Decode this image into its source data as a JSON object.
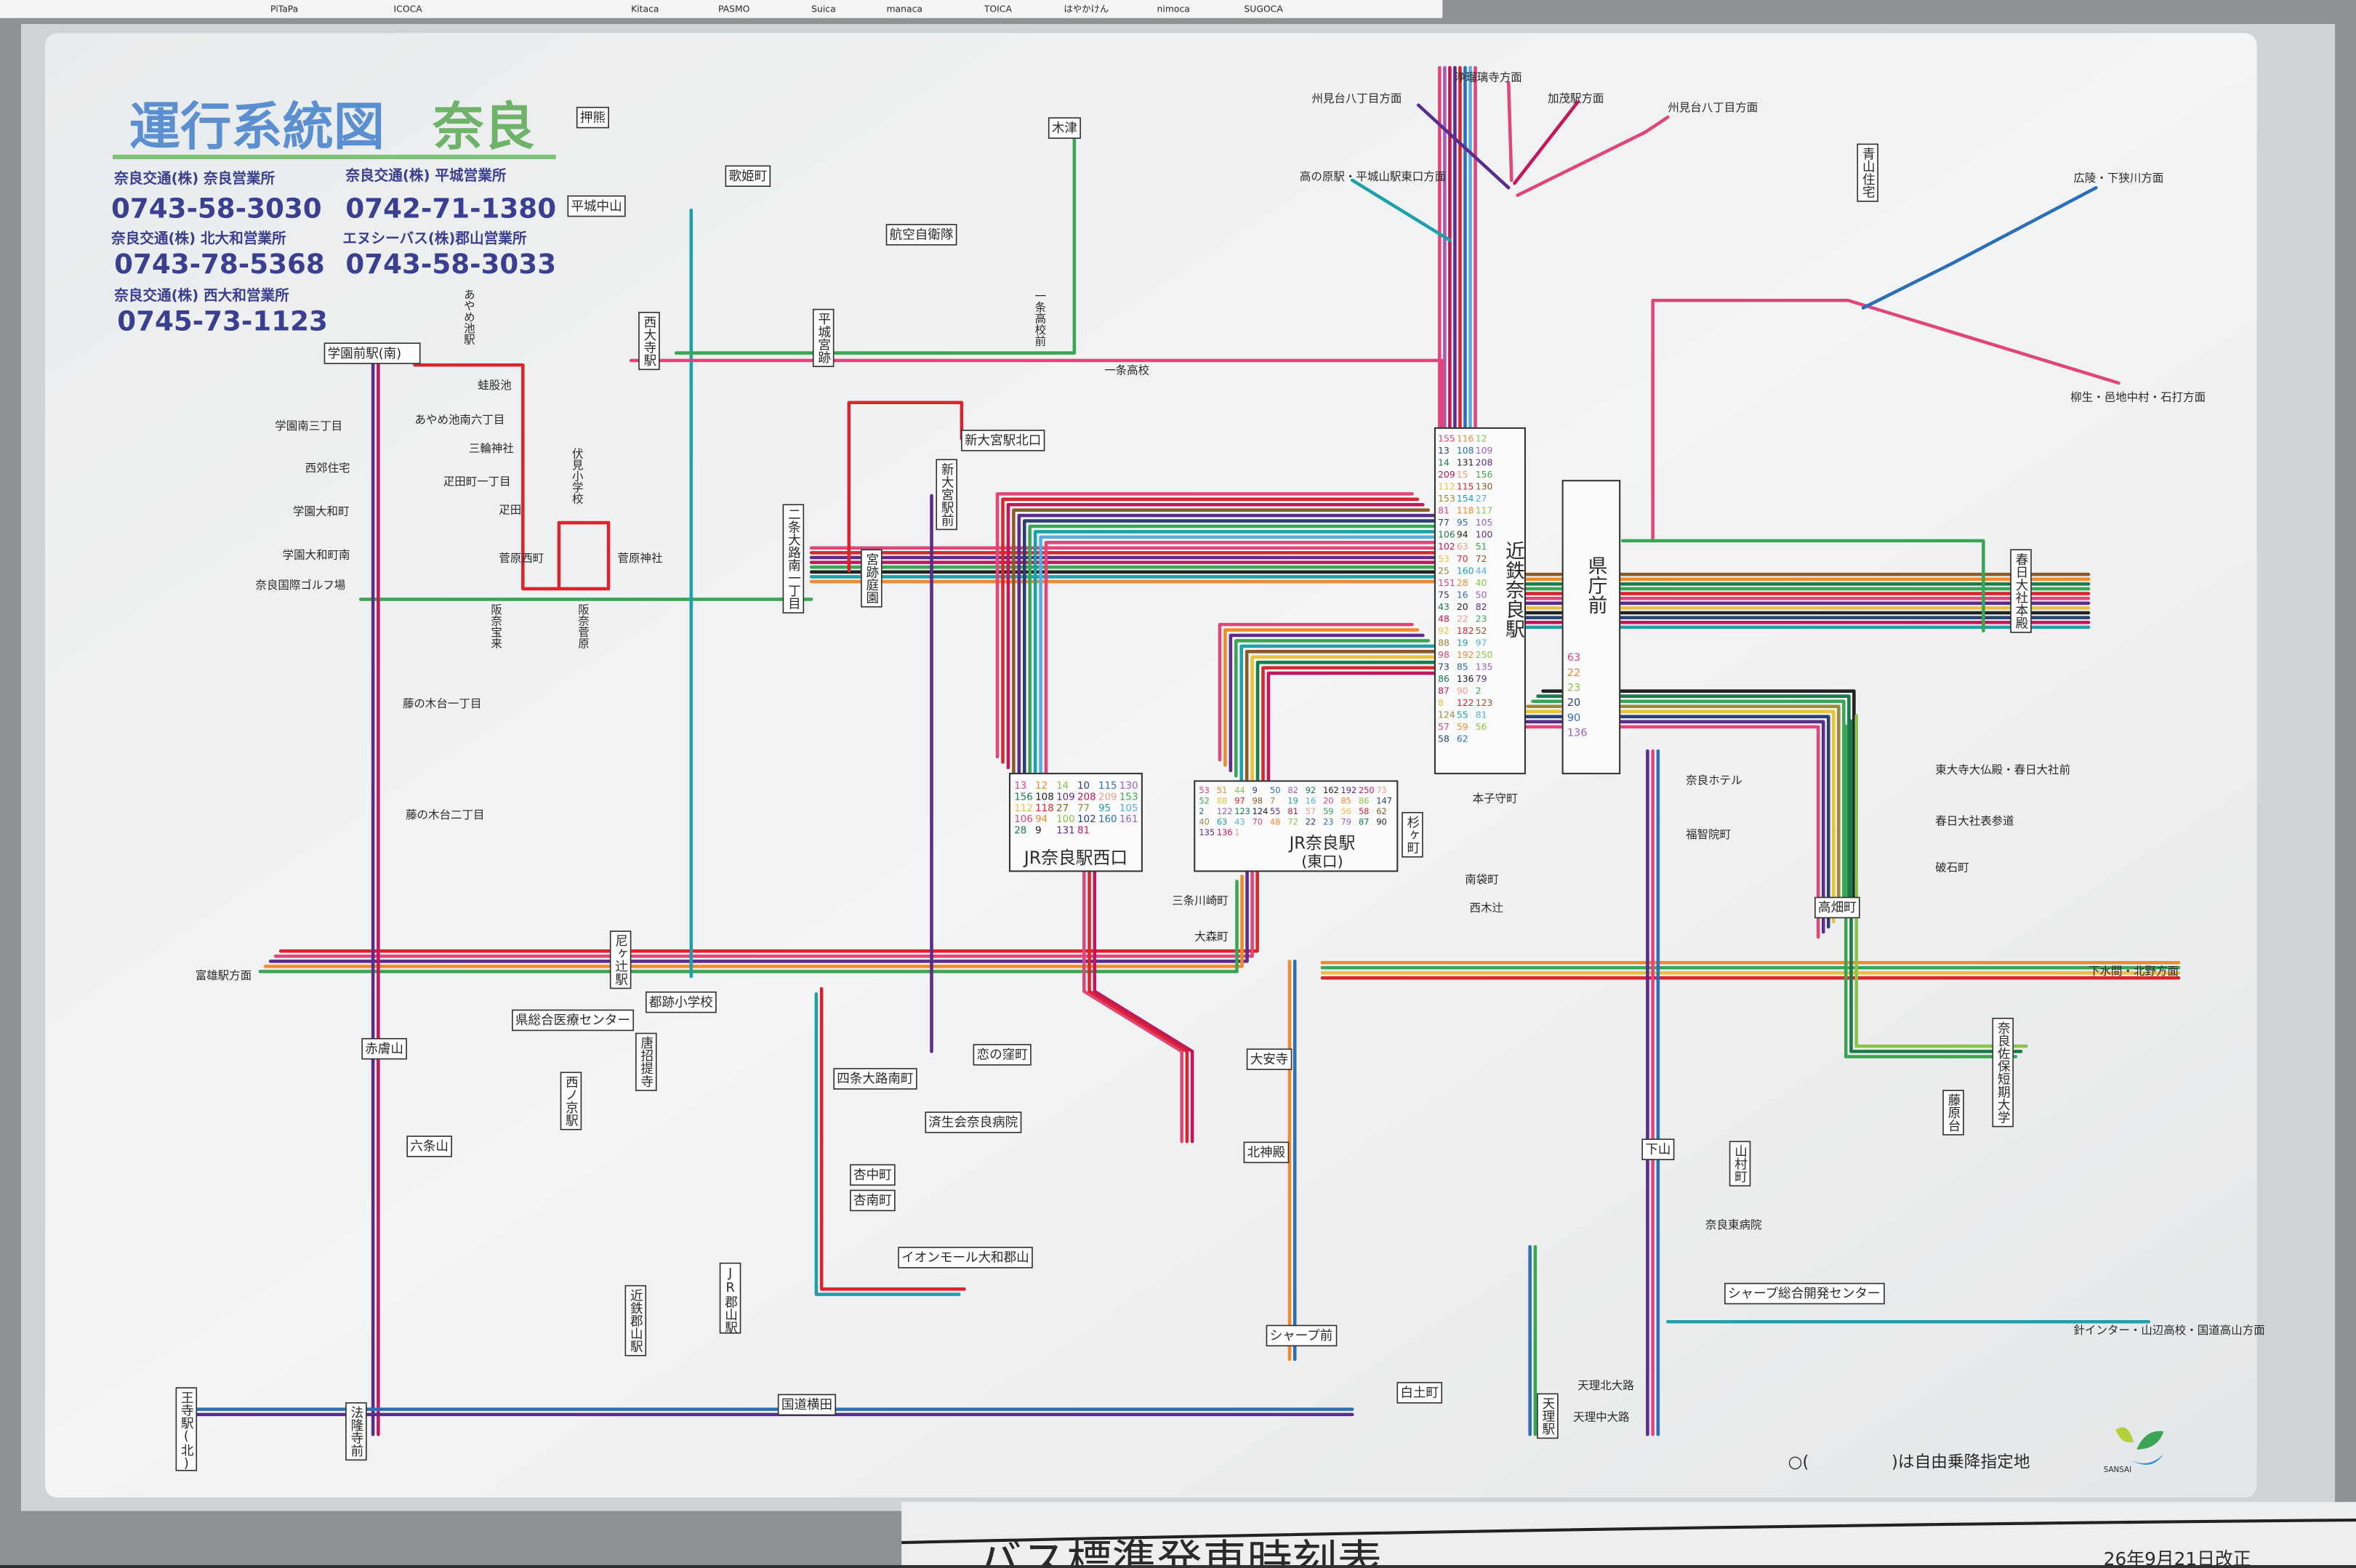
{
  "ic_cards": [
    "PiTaPa",
    "ICOCA",
    "Kitaca",
    "PASMO",
    "Suica",
    "manaca",
    "TOICA",
    "はやかけん",
    "nimoca",
    "SUGOCA"
  ],
  "header": {
    "title": "運行系統図",
    "area": "奈良",
    "offices": [
      {
        "name": "奈良交通(株) 奈良営業所",
        "phone": "0743-58-3030"
      },
      {
        "name": "奈良交通(株) 平城営業所",
        "phone": "0742-71-1380"
      },
      {
        "name": "奈良交通(株) 北大和営業所",
        "phone": "0743-78-5368"
      },
      {
        "name": "エヌシーバス(株)郡山営業所",
        "phone": "0743-58-3033"
      },
      {
        "name": "奈良交通(株) 西大和営業所",
        "phone": "0745-73-1123"
      }
    ]
  },
  "colors": {
    "title_blue": "#5b8fd0",
    "title_green": "#6fb36a",
    "phone_navy": "#3b3f8f",
    "board": "#eef0f1"
  },
  "route_colors": [
    "#e0457b",
    "#d9262e",
    "#5b2c8a",
    "#2c3e73",
    "#1fa0a8",
    "#3aa655",
    "#1b7a4a",
    "#f08a2c",
    "#8b5a2b",
    "#c2185b",
    "#2a6fb8",
    "#55aee0",
    "#e8c33a",
    "#222222",
    "#8bc34a",
    "#9a8a3c",
    "#f29b86",
    "#9c5fc0"
  ],
  "stations": {
    "kintetsu_nara": {
      "name": "近鉄奈良駅",
      "routes": [
        "155",
        "116",
        "12",
        "13",
        "108",
        "109",
        "14",
        "131",
        "208",
        "209",
        "15",
        "156",
        "112",
        "115",
        "130",
        "153",
        "154",
        "27",
        "81",
        "118",
        "117",
        "77",
        "95",
        "105",
        "106",
        "94",
        "100",
        "102",
        "63",
        "51",
        "53",
        "70",
        "72",
        "25",
        "160",
        "44",
        "151",
        "28",
        "40",
        "75",
        "16",
        "50",
        "43",
        "20",
        "82",
        "48",
        "22",
        "23",
        "92",
        "182",
        "52",
        "88",
        "19",
        "97",
        "98",
        "192",
        "250",
        "73",
        "85",
        "135",
        "86",
        "136",
        "79",
        "87",
        "90",
        "2",
        "8",
        "122",
        "123",
        "124",
        "55",
        "81",
        "57",
        "59",
        "56",
        "58",
        "62"
      ]
    },
    "kencho_mae": {
      "name": "県庁前",
      "routes": [
        "63",
        "22",
        "23",
        "20",
        "90",
        "136"
      ]
    },
    "jr_nara_west": {
      "name": "JR奈良駅西口",
      "routes": [
        "13",
        "12",
        "14",
        "10",
        "115",
        "130",
        "156",
        "108",
        "109",
        "208",
        "209",
        "153",
        "112",
        "118",
        "27",
        "77",
        "95",
        "105",
        "106",
        "94",
        "100",
        "102",
        "160",
        "161",
        "28",
        "9",
        "131",
        "81"
      ]
    },
    "jr_nara_east": {
      "name": "JR奈良駅",
      "sub": "(東口)",
      "routes": [
        "53",
        "51",
        "44",
        "9",
        "50",
        "82",
        "92",
        "162",
        "192",
        "250",
        "73",
        "52",
        "88",
        "97",
        "98",
        "7",
        "19",
        "16",
        "20",
        "85",
        "86",
        "147",
        "2",
        "122",
        "123",
        "124",
        "55",
        "81",
        "57",
        "59",
        "56",
        "58",
        "62",
        "40",
        "63",
        "43",
        "70",
        "48",
        "72",
        "22",
        "23",
        "79",
        "87",
        "90",
        "135",
        "136",
        "1"
      ]
    }
  },
  "stops": [
    "学園前駅(南)",
    "学園南三丁目",
    "西郊住宅",
    "学園大和町",
    "学園大和町南",
    "奈良国際ゴルフ場",
    "あやめ池駅",
    "蛙股池",
    "あやめ池南六丁目",
    "三輪神社",
    "疋田町一丁目",
    "疋田",
    "菅原西町",
    "菅原神社",
    "伏見小学校",
    "阪奈宝来",
    "阪奈菅原",
    "藤の木台一丁目",
    "藤の木台二丁目",
    "富雄駅方面",
    "赤膚山",
    "六条山",
    "西ノ京駅",
    "県総合医療センター",
    "尼ヶ辻駅",
    "都跡小学校",
    "唐招提寺",
    "近鉄郡山駅",
    "JR郡山駅",
    "王寺駅(北)",
    "国道横田",
    "押熊",
    "平城中山",
    "西大寺駅",
    "歌姫町",
    "航空自衛隊",
    "平城宮跡",
    "木津",
    "一条高校前",
    "一条高校",
    "新大宮駅北口",
    "新大宮駅前",
    "宮跡庭園",
    "二条大路南一丁目",
    "州見台八丁目方面",
    "浄瑠璃寺方面",
    "加茂駅方面",
    "州見台八丁目方面",
    "高の原駅・平城山駅東口方面",
    "青山住宅",
    "広陵・下狭川方面",
    "柳生・邑地中村・石打方面",
    "東大寺大仏殿・春日大社前",
    "春日大社表参道",
    "破石町",
    "下水間・北野方面",
    "奈良ホテル",
    "福智院町",
    "南袋町",
    "西木辻",
    "本子守町",
    "三条川崎町",
    "大森町",
    "済生会奈良病院",
    "四条大路南町",
    "恋の窪町",
    "杏中町",
    "杏南町",
    "イオンモール大和郡山",
    "シャープ前",
    "白土町",
    "下山",
    "北神殿",
    "大安寺",
    "杉ヶ町",
    "高畑町",
    "春日大社本殿",
    "天理駅",
    "天理北大路",
    "天理中大路",
    "シャープ総合開発センター",
    "針インター・山辺高校・国道高山方面",
    "奈良東病院",
    "法隆寺前",
    "奈良佐保短期大学",
    "山村町",
    "藤原台"
  ],
  "legend": {
    "free_stop": "○(　　　　　)は自由乗降指定地"
  },
  "logo": "SANSAI",
  "timetable": {
    "title": "バス標準発車時刻表",
    "revision": "26年9月21日改正"
  }
}
